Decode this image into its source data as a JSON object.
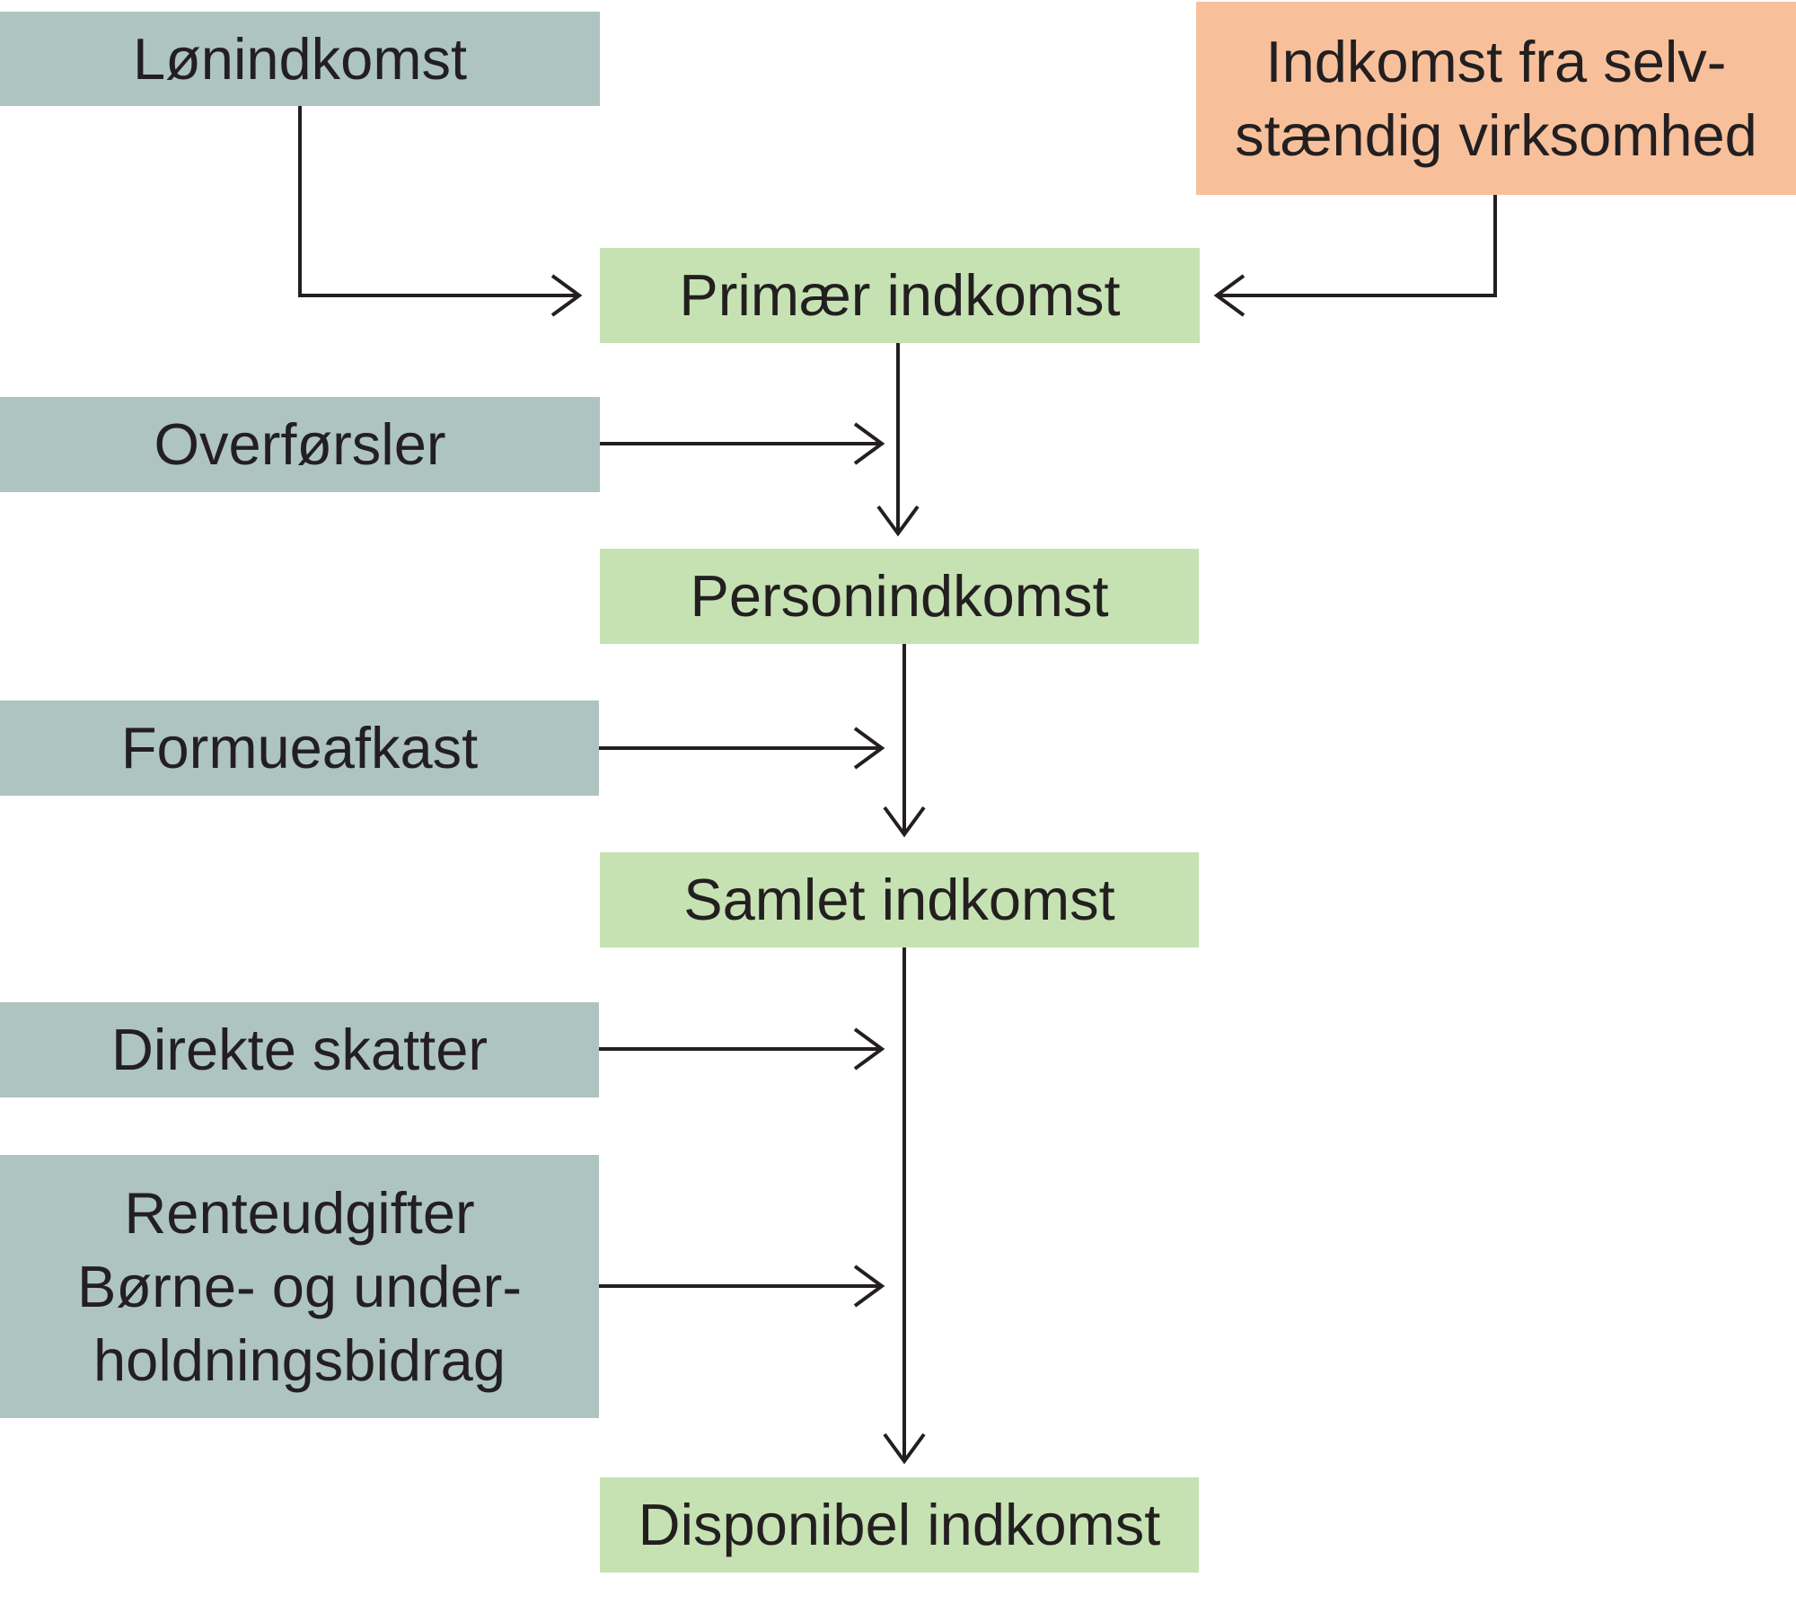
{
  "diagram": {
    "colors": {
      "input_box": "#aec4c0",
      "income_box": "#c6e2b3",
      "business_box": "#f7c09b",
      "arrow": "#231f20",
      "text": "#231f20"
    },
    "nodes": {
      "wage_income": "Lønindkomst",
      "business_income": [
        "Indkomst fra selv-",
        "stændig virksomhed"
      ],
      "primary_income": "Primær indkomst",
      "transfers": "Overførsler",
      "personal_income": "Personindkomst",
      "capital_income": "Formueafkast",
      "total_income": "Samlet indkomst",
      "direct_taxes": "Direkte skatter",
      "deductions": [
        "Renteudgifter",
        "Børne- og under-",
        "holdningsbidrag"
      ],
      "disposable_income": "Disponibel indkomst"
    }
  }
}
